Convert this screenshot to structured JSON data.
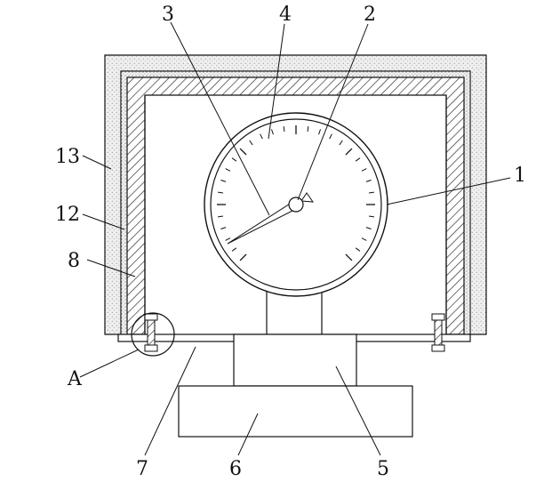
{
  "labels": {
    "l1": "1",
    "l2": "2",
    "l3": "3",
    "l4": "4",
    "l5": "5",
    "l6": "6",
    "l7": "7",
    "l8": "8",
    "l12": "12",
    "l13": "13",
    "lA": "A"
  },
  "colors": {
    "line": "#111111",
    "stipple": "#c9c9c9",
    "fill": "#ffffff"
  }
}
